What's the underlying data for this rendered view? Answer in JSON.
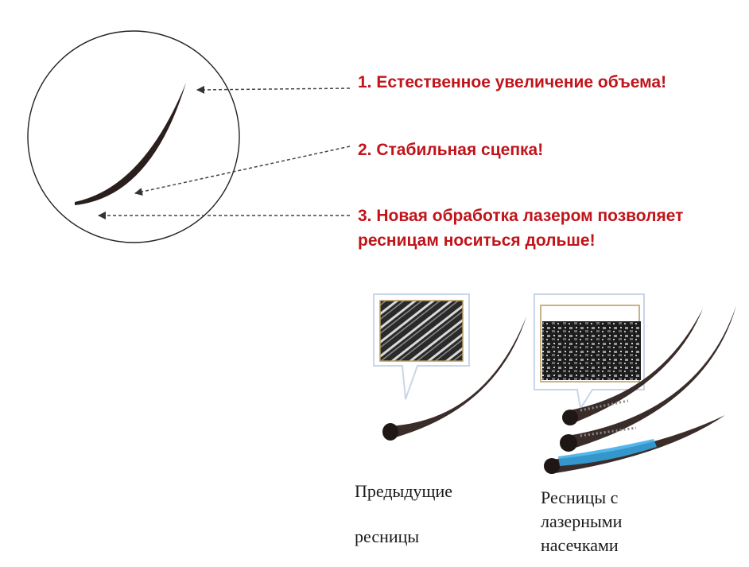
{
  "features": [
    {
      "number": "1.",
      "text": "1. Естественное увеличение объема!"
    },
    {
      "number": "2.",
      "text": "2. Стабильная сцепка!"
    },
    {
      "number": "3.",
      "text": "3. Новая обработка лазером позволяет ресницам носиться дольше!"
    }
  ],
  "captions": {
    "previous": {
      "line1": "Предыдущие",
      "line2": "ресницы"
    },
    "laser": {
      "line1": "Ресницы с",
      "line2": "лазерными",
      "line3": "насечками"
    }
  },
  "colors": {
    "accent": "#c0141a",
    "lash": "#3a2d29",
    "glue": "#35a9e8",
    "frame": "#c9d6e8"
  }
}
